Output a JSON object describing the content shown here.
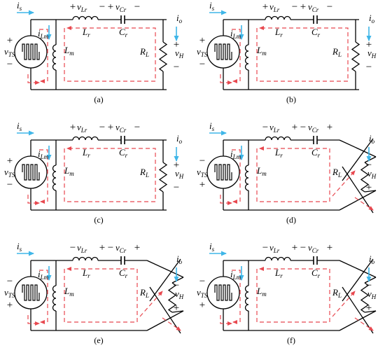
{
  "colors": {
    "wire": "#000000",
    "loop_arrow": "#e8484f",
    "current_arrow": "#3fb6e8",
    "source_fill": "#ffffff"
  },
  "labels": {
    "is": {
      "main": "i",
      "sub": "s"
    },
    "vLr": {
      "main": "v",
      "sub": "Lr"
    },
    "vCr": {
      "main": "v",
      "sub": "Cr"
    },
    "io": {
      "main": "i",
      "sub": "o"
    },
    "iLm": {
      "main": "i",
      "sub": "Lm"
    },
    "Lr": {
      "main": "L",
      "sub": "r"
    },
    "Cr": {
      "main": "C",
      "sub": "r"
    },
    "Lm": {
      "main": "L",
      "sub": "m"
    },
    "RL": {
      "main": "R",
      "sub": "L"
    },
    "vTS": {
      "main": "v",
      "sub": "TS"
    },
    "vH": {
      "main": "v",
      "sub": "H"
    },
    "plus": "+",
    "minus": "−"
  },
  "panels": [
    {
      "caption": "(a)",
      "output_crossed": false,
      "source_polarity_top": "+",
      "vLr_polarity": [
        "+",
        "−"
      ],
      "vCr_polarity": [
        "+",
        "−"
      ]
    },
    {
      "caption": "(b)",
      "output_crossed": false,
      "source_polarity_top": "+",
      "vLr_polarity": [
        "+",
        "−"
      ],
      "vCr_polarity": [
        "+",
        "−"
      ]
    },
    {
      "caption": "(c)",
      "output_crossed": false,
      "source_polarity_top": "+",
      "vLr_polarity": [
        "+",
        "−"
      ],
      "vCr_polarity": [
        "+",
        "−"
      ]
    },
    {
      "caption": "(d)",
      "output_crossed": true,
      "source_polarity_top": "−",
      "vLr_polarity": [
        "−",
        "+"
      ],
      "vCr_polarity": [
        "−",
        "+"
      ]
    },
    {
      "caption": "(e)",
      "output_crossed": true,
      "source_polarity_top": "−",
      "vLr_polarity": [
        "−",
        "+"
      ],
      "vCr_polarity": [
        "−",
        "+"
      ]
    },
    {
      "caption": "(f)",
      "output_crossed": true,
      "source_polarity_top": "−",
      "vLr_polarity": [
        "−",
        "+"
      ],
      "vCr_polarity": [
        "−",
        "+"
      ]
    }
  ]
}
